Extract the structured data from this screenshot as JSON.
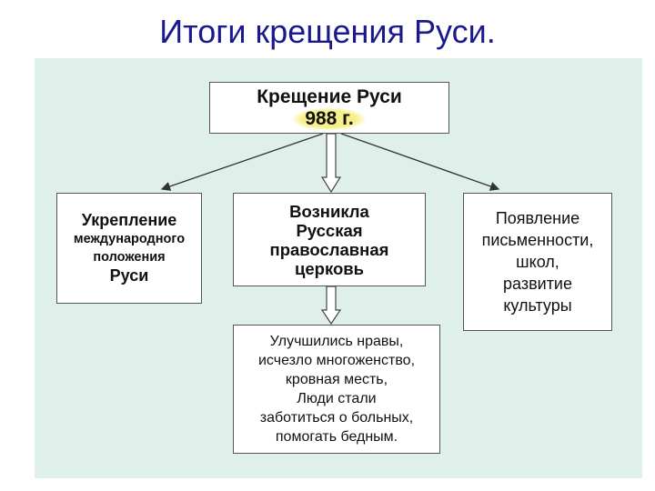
{
  "title": "Итоги крещения Руси.",
  "diagram": {
    "root": {
      "line1": "Крещение Руси",
      "line2": "988 г."
    },
    "left": {
      "lines": [
        "Укрепление",
        "международного",
        "положения",
        "Руси"
      ]
    },
    "middle": {
      "lines": [
        "Возникла",
        "Русская",
        "православная",
        "церковь"
      ]
    },
    "right": {
      "lines": [
        "Появление",
        "письменности,",
        "школ,",
        "развитие",
        "культуры"
      ]
    },
    "bottom": {
      "lines": [
        "Улучшились нравы,",
        "исчезло многоженство,",
        "кровная месть,",
        "Люди стали",
        "заботиться о больных,",
        "помогать бедным."
      ]
    }
  },
  "colors": {
    "title": "#1a1a8c",
    "panel": "#dff0ea",
    "highlight": "#f7f08a",
    "border": "#555555"
  }
}
